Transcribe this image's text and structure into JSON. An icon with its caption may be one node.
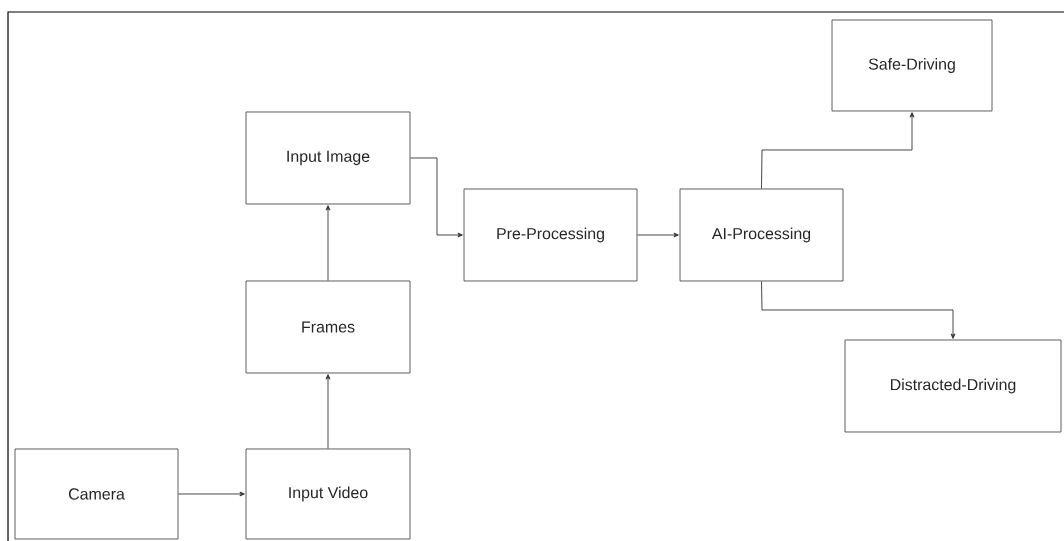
{
  "diagram": {
    "nodes": [
      {
        "text": [
          "Camera"
        ]
      },
      {
        "text": [
          "Input Video"
        ]
      },
      {
        "text": [
          "Frames"
        ]
      },
      {
        "text": [
          "Input Image"
        ]
      },
      {
        "text": [
          "Pre-Processing"
        ]
      },
      {
        "text": [
          "AI-Processing"
        ]
      },
      {
        "text": [
          "Safe-Driving"
        ]
      },
      {
        "text": [
          "Distracted-Driving"
        ]
      }
    ],
    "edges": [
      {
        "from": 0,
        "to": 1,
        "arrow": "to"
      },
      {
        "from": 1,
        "to": 2,
        "arrow": "to"
      },
      {
        "from": 2,
        "to": 3,
        "arrow": "to"
      },
      {
        "from": 3,
        "to": 4,
        "arrow": "to"
      },
      {
        "from": 4,
        "to": 5,
        "arrow": "to"
      },
      {
        "from": 5,
        "to": 6,
        "arrow": "to"
      },
      {
        "from": 5,
        "to": 7,
        "arrow": "to"
      }
    ]
  }
}
